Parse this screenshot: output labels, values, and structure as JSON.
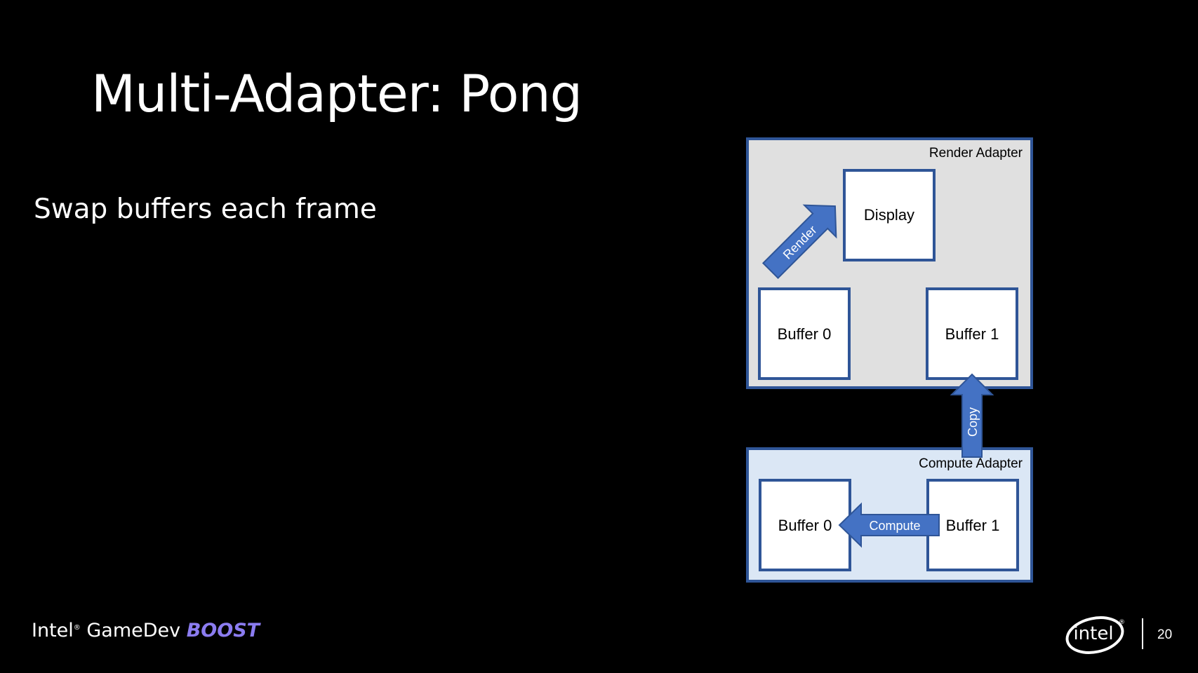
{
  "slide": {
    "title": "Multi-Adapter: Pong",
    "bullet": "Swap buffers each frame",
    "page_number": "20"
  },
  "footer": {
    "brand_intel": "Intel",
    "brand_registered": "®",
    "brand_gamedev": " GameDev ",
    "brand_boost": "BOOST",
    "logo_text": "intel",
    "logo_registered": "®"
  },
  "diagram": {
    "render_adapter": {
      "label": "Render Adapter",
      "display": "Display",
      "buffer0": "Buffer 0",
      "buffer1": "Buffer 1",
      "render_arrow": "Render"
    },
    "copy_arrow": "Copy",
    "compute_adapter": {
      "label": "Compute Adapter",
      "buffer0": "Buffer 0",
      "buffer1": "Buffer 1",
      "compute_arrow": "Compute"
    }
  },
  "colors": {
    "render_adapter_fill": "#e0e0e0",
    "compute_adapter_fill": "#dbe7f5",
    "border": "#2f5597",
    "arrow_fill": "#4472c4"
  }
}
